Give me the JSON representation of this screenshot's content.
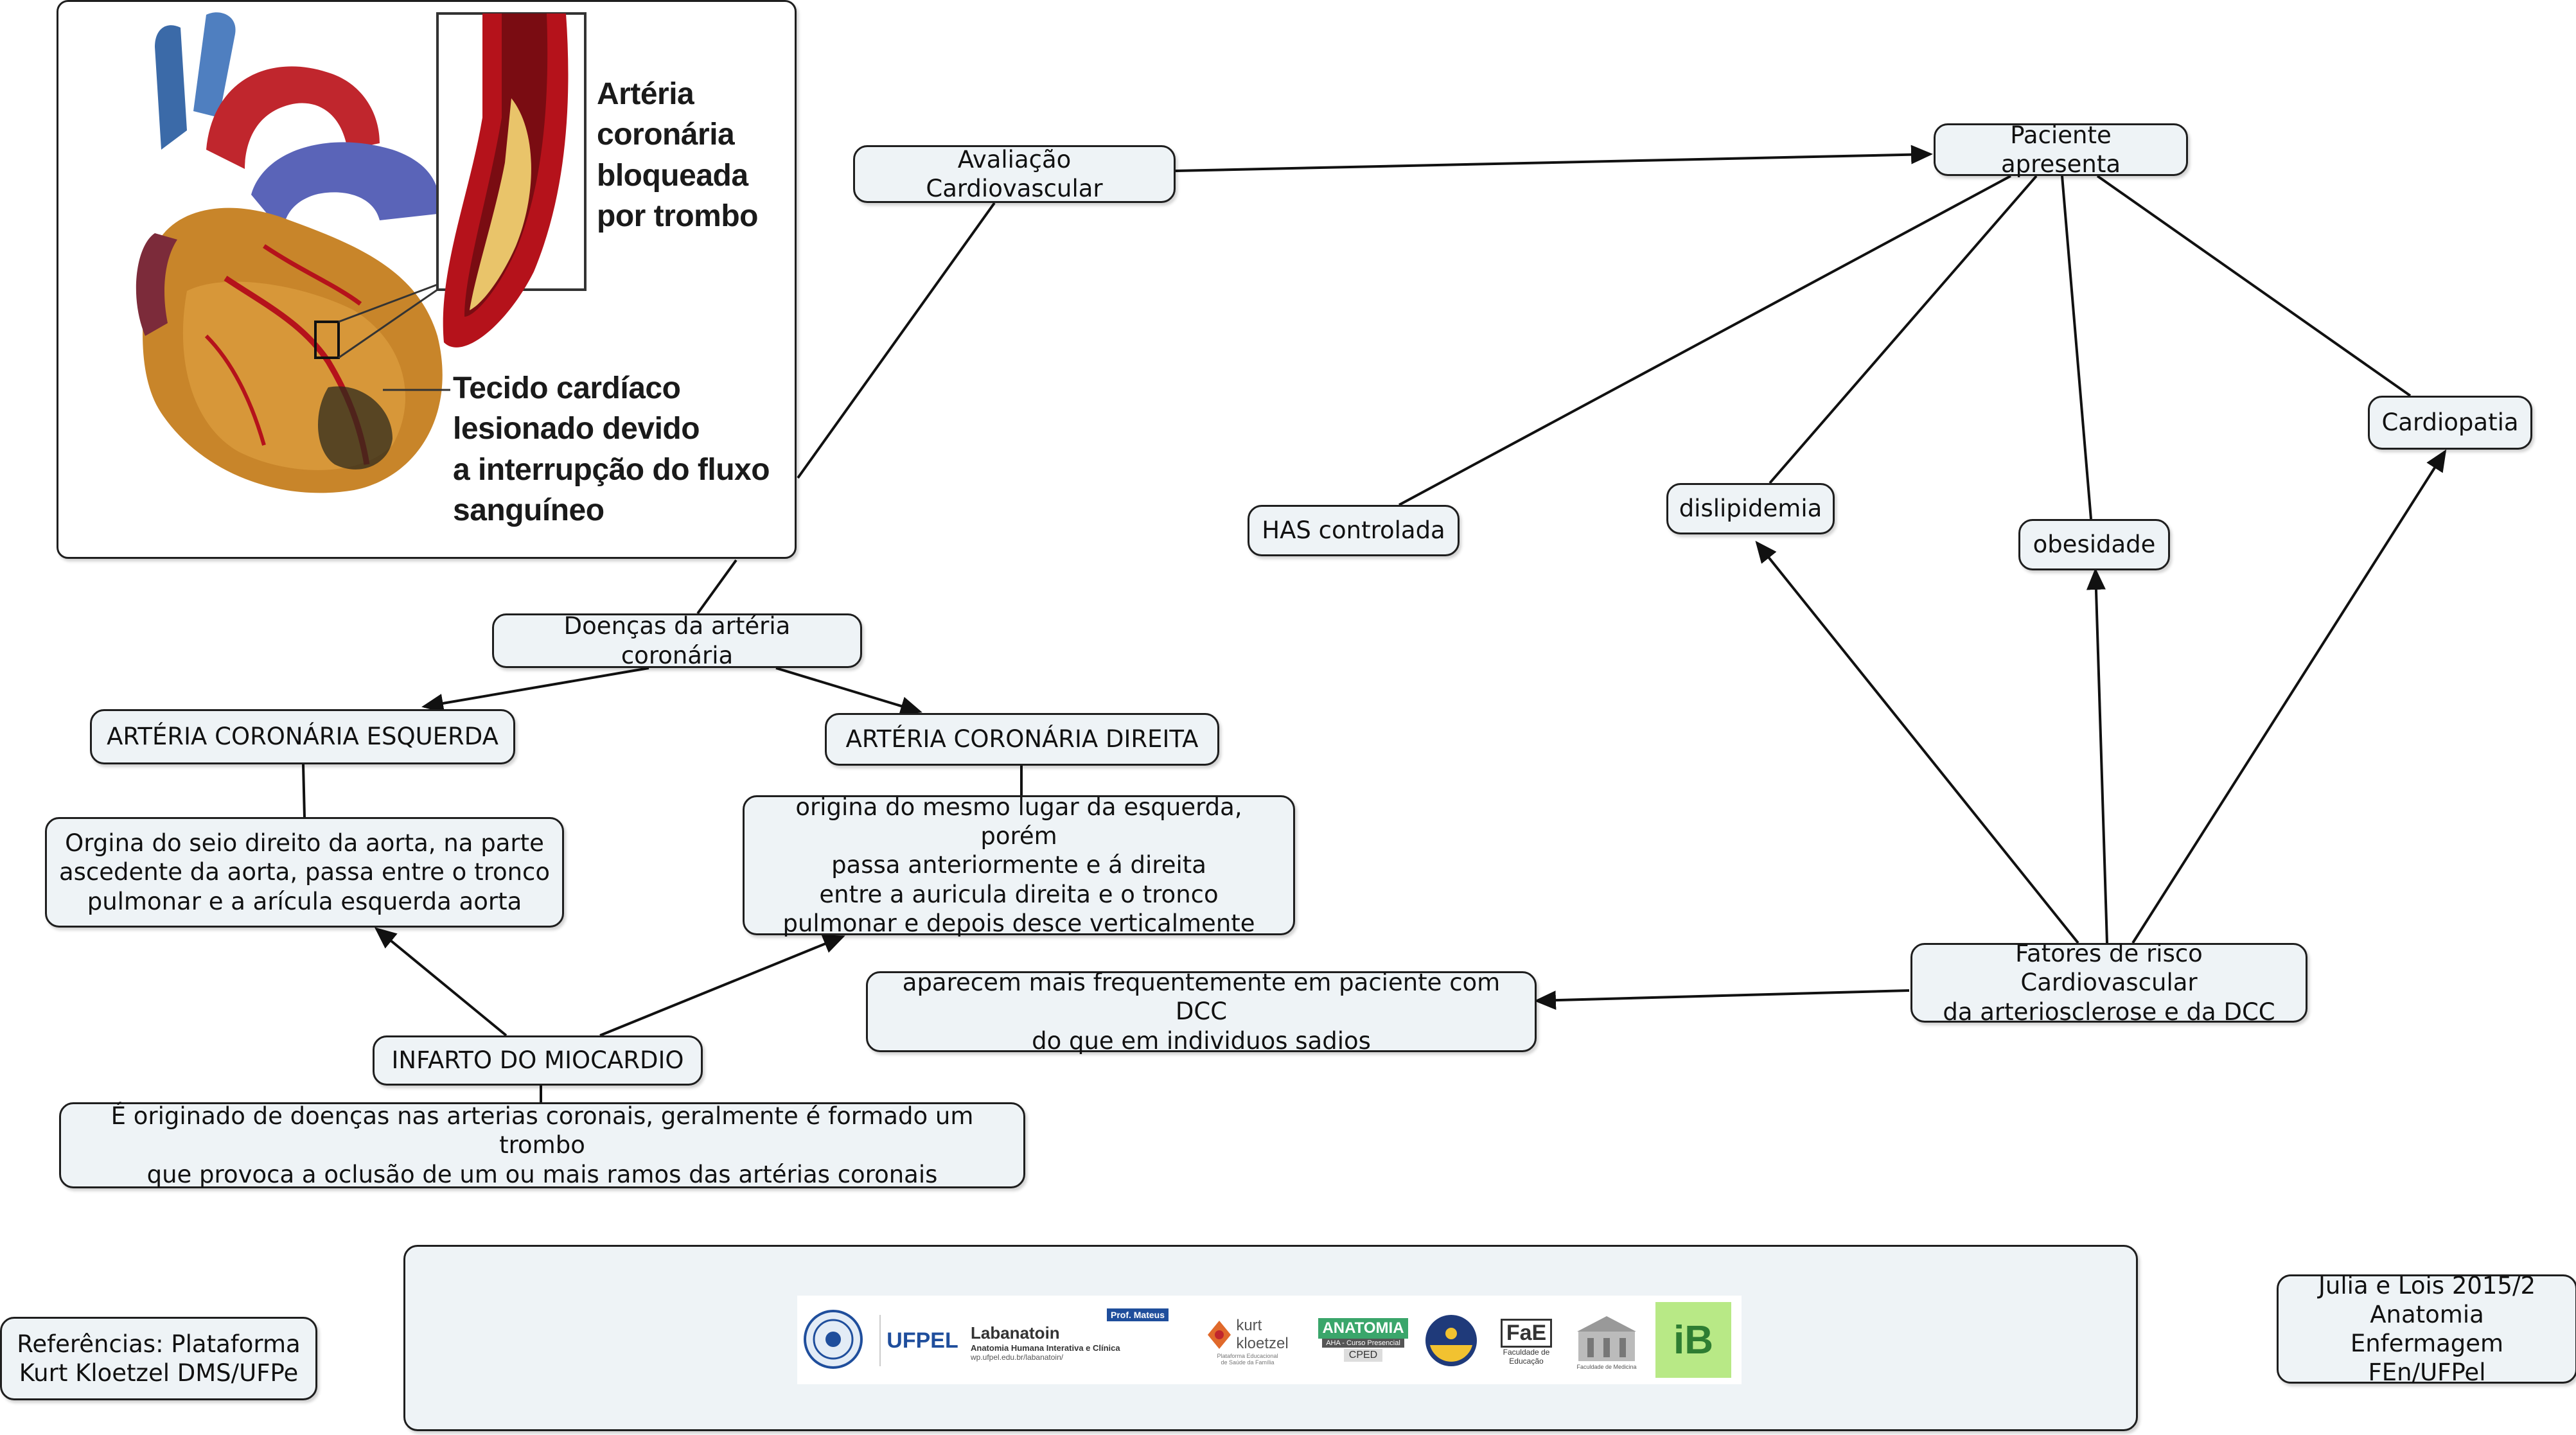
{
  "colors": {
    "node_fill": "#eef3f6",
    "node_border": "#1e1e1e",
    "connector": "#111111",
    "artery_red": "#b5121b",
    "plaque_yellow": "#e9c46a",
    "vein_blue": "#3b6aa8",
    "ufpel_blue": "#1f4e9c",
    "anatomia_green": "#3aa66b"
  },
  "figure": {
    "callout_top": "Artéria\ncoronária\nbloqueada\npor trombo",
    "callout_bottom": "Tecido cardíaco\nlesionado devido\na interrupção do fluxo\nsanguíneo"
  },
  "nodes": {
    "avaliacao": "Avaliação Cardiovascular",
    "paciente": "Paciente apresenta",
    "has": "HAS controlada",
    "dislipidemia": "dislipidemia",
    "obesidade": "obesidade",
    "cardiopatia": "Cardiopatia",
    "fatores": "Fatores de risco Cardiovascular\nda arteriosclerose e da DCC",
    "aparecem": "aparecem mais frequentemente em paciente com DCC\ndo que em individuos sadios",
    "doencas": "Doenças da artéria coronária",
    "esquerda": "ARTÉRIA CORONÁRIA ESQUERDA",
    "direita": "ARTÉRIA CORONÁRIA DIREITA",
    "esquerda_desc": "Orgina do seio direito da aorta, na parte\nascedente da aorta, passa entre o tronco\npulmonar e a arícula esquerda aorta",
    "direita_desc": "origina do mesmo lugar da esquerda, porém\npassa anteriormente e á direita\nentre a auricula direita e o tronco\npulmonar e depois desce verticalmente",
    "infarto": "INFARTO DO MIOCARDIO",
    "infarto_desc": "É originado de doenças nas arterias coronais, geralmente é formado um trombo\nque provoca a oclusão  de um ou mais ramos das artérias coronais",
    "referencias": "Referências: Plataforma\nKurt Kloetzel DMS/UFPe",
    "autores": "Julia e Lois 2015/2\nAnatomia Enfermagem\nFEn/UFPel"
  },
  "logos": {
    "ufpel": "UFPEL",
    "labanatoin": "Labanatoin",
    "labanatoin_sub": "Anatomia Humana Interativa e Clínica",
    "labanatoin_url": "wp.ufpel.edu.br/labanatoin/",
    "prof": "Prof. Mateus",
    "kurt": "kurt",
    "kloetzel": "kloetzel",
    "kurt_sub": "Plataforma Educacional\nde Saúde da Família",
    "anatomia": "ANATOMIA",
    "anatomia_sub": "AHA - Curso Presencial",
    "cped": "CPED",
    "fae": "FaE",
    "fae_sub": "Faculdade de\nEducação",
    "famed_sub": "Faculdade de Medicina",
    "ib": "iB"
  }
}
